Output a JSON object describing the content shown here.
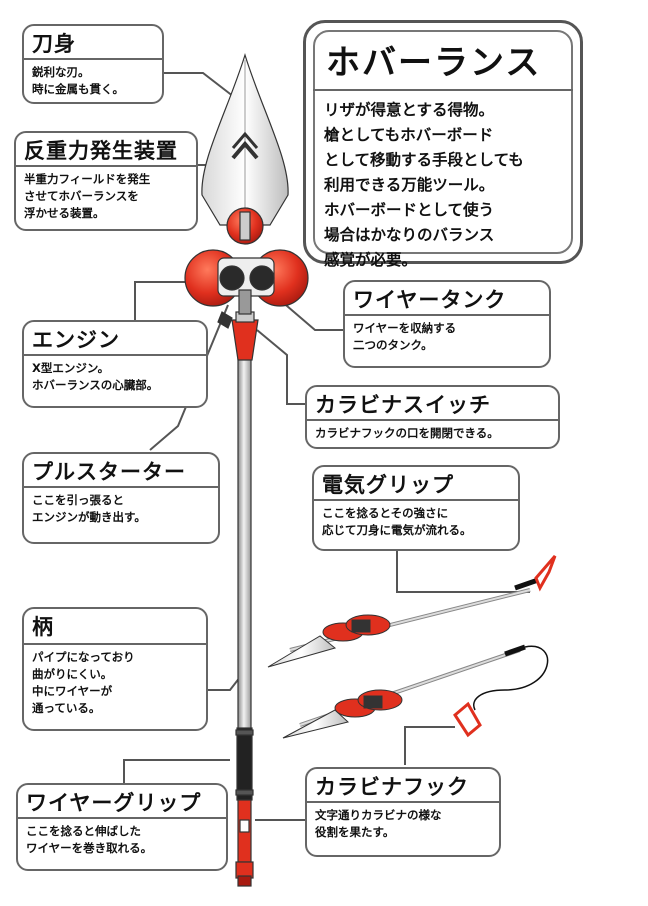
{
  "main": {
    "title": "ホバーランス",
    "lines": [
      "リザが得意とする得物。",
      "槍としてもホバーボード",
      "として移動する手段としても",
      "利用できる万能ツール。",
      "ホバーボードとして使う",
      "場合はかなりのバランス",
      "感覚が必要。"
    ]
  },
  "parts": {
    "blade": {
      "title": "刀身",
      "lines": [
        "鋭利な刃。",
        "時に金属も貫く。"
      ]
    },
    "antigrav": {
      "title": "反重力発生装置",
      "lines": [
        "半重力フィールドを発生",
        "させてホバーランスを",
        "浮かせる装置。"
      ]
    },
    "wire_tank": {
      "title": "ワイヤータンク",
      "lines": [
        "ワイヤーを収納する",
        "二つのタンク。"
      ]
    },
    "engine": {
      "title": "エンジン",
      "lines": [
        "X型エンジン。",
        "ホバーランスの心臓部。"
      ]
    },
    "carabiner_switch": {
      "title": "カラビナスイッチ",
      "lines": [
        "カラビナフックの口を開閉できる。"
      ]
    },
    "pull_starter": {
      "title": "プルスターター",
      "lines": [
        "ここを引っ張ると",
        "エンジンが動き出す。"
      ]
    },
    "electric_grip": {
      "title": "電気グリップ",
      "lines": [
        "ここを捻るとその強さに",
        "応じて刀身に電気が流れる。"
      ]
    },
    "shaft": {
      "title": "柄",
      "lines": [
        "パイプになっており",
        "曲がりにくい。",
        "中にワイヤーが",
        "通っている。"
      ]
    },
    "wire_grip": {
      "title": "ワイヤーグリップ",
      "lines": [
        "ここを捻ると伸ばした",
        "ワイヤーを巻き取れる。"
      ]
    },
    "carabiner_hook": {
      "title": "カラビナフック",
      "lines": [
        "文字通りカラビナの様な",
        "役割を果たす。"
      ]
    }
  },
  "colors": {
    "accent_red": "#e0301e",
    "frame": "#666666",
    "metal": "#b8b8b8",
    "grip_black": "#222222"
  }
}
